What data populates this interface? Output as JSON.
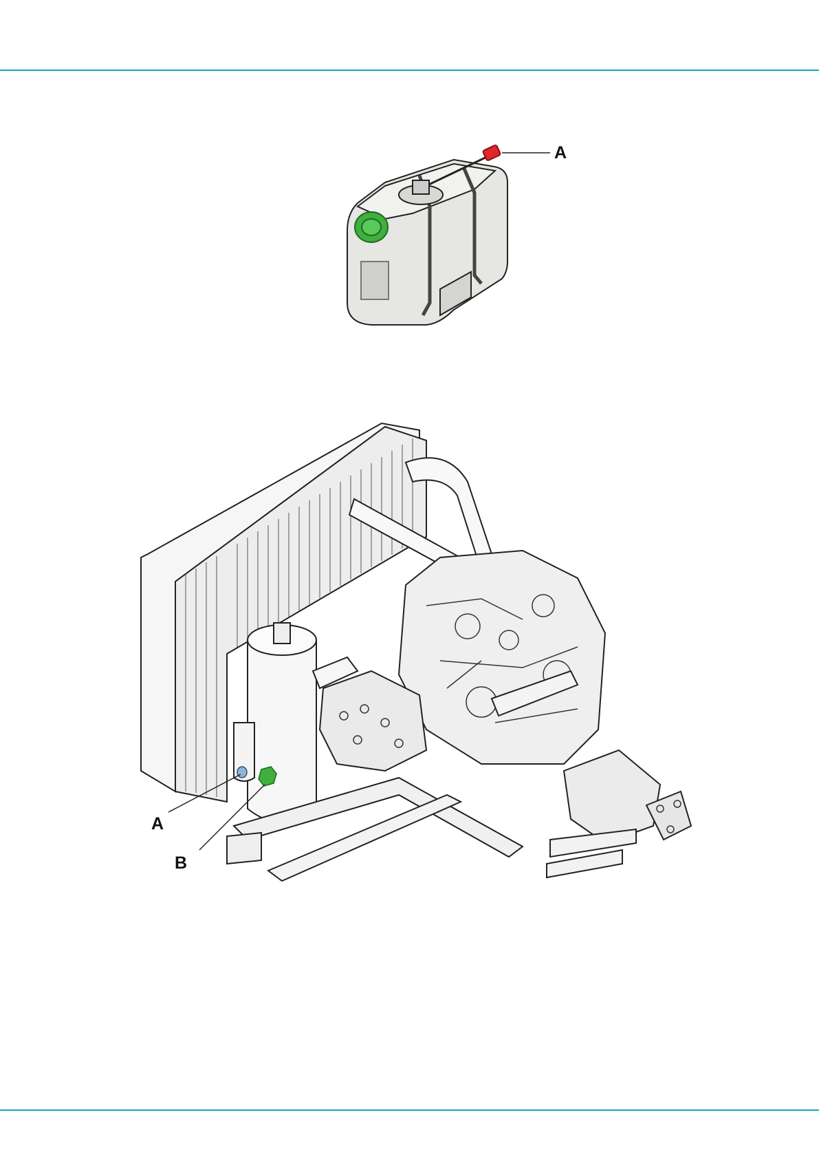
{
  "page": {
    "rule_color": "#1aa3b8"
  },
  "figure_tank": {
    "callouts": [
      {
        "letter": "A"
      }
    ],
    "colors": {
      "sensor": "#e0262b",
      "cap": "#3faf3f",
      "body": "#e6e6e3"
    }
  },
  "figure_engine": {
    "callouts": [
      {
        "letter": "A"
      },
      {
        "letter": "B"
      }
    ],
    "colors": {
      "plug_a": "#8fb4d8",
      "plug_b": "#3faf3f"
    }
  }
}
